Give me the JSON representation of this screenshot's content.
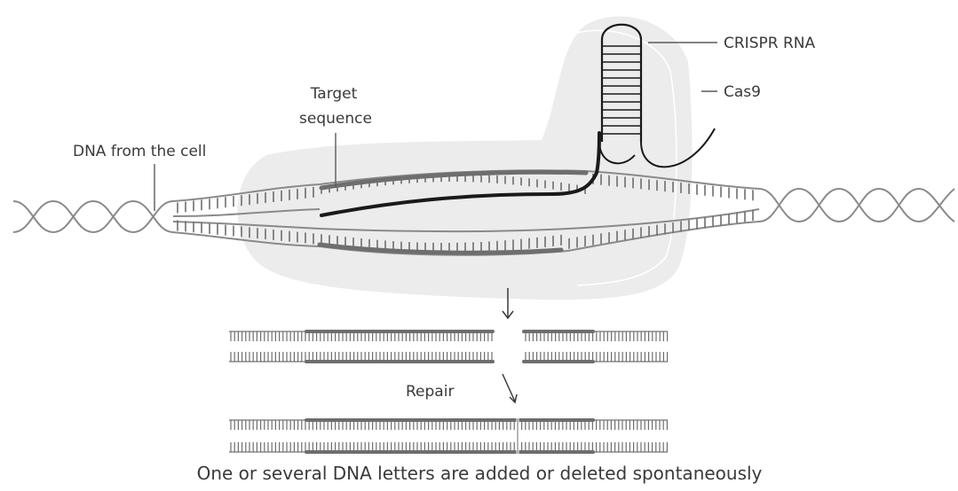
{
  "labels": {
    "crispr_rna": "CRISPR RNA",
    "cas9": "Cas9",
    "target_sequence_line1": "Target",
    "target_sequence_line2": "sequence",
    "dna_from_cell": "DNA from the cell",
    "repair": "Repair",
    "caption": "One or several DNA letters are added or deleted spontaneously"
  },
  "colors": {
    "cas9_fill": "#ececec",
    "strand": "#8a8a8a",
    "target_strand": "#6e6e6e",
    "guide_rna": "#1a1a1a"
  }
}
